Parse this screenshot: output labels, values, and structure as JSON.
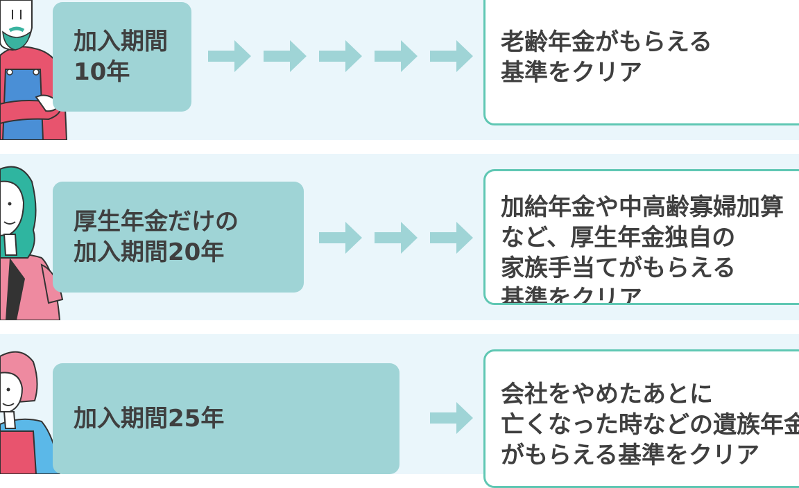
{
  "rows": [
    {
      "period": "加入期間\n10年",
      "result": "老齢年金がもらえる\n基準をクリア",
      "arrow_count": 5
    },
    {
      "period": "厚生年金だけの\n加入期間20年",
      "result": "加給年金や中高齢寡婦加算\nなど、厚生年金独自の\n家族手当てがもらえる\n基準をクリア",
      "arrow_count": 3
    },
    {
      "period": "加入期間25年",
      "result": "会社をやめたあとに\n亡くなった時などの遺族年金\nがもらえる基準をクリア",
      "arrow_count": 1
    }
  ],
  "colors": {
    "row_background": "#eaf6fb",
    "period_box": "#9fd4d6",
    "result_border": "#5fc7b3",
    "arrow": "#9fd4d6",
    "text": "#3f3f3f"
  },
  "icons": {
    "arrow": "arrow-right-icon",
    "people": [
      "farmer-man-icon",
      "woman-green-hair-icon",
      "woman-pink-hair-icon"
    ]
  }
}
